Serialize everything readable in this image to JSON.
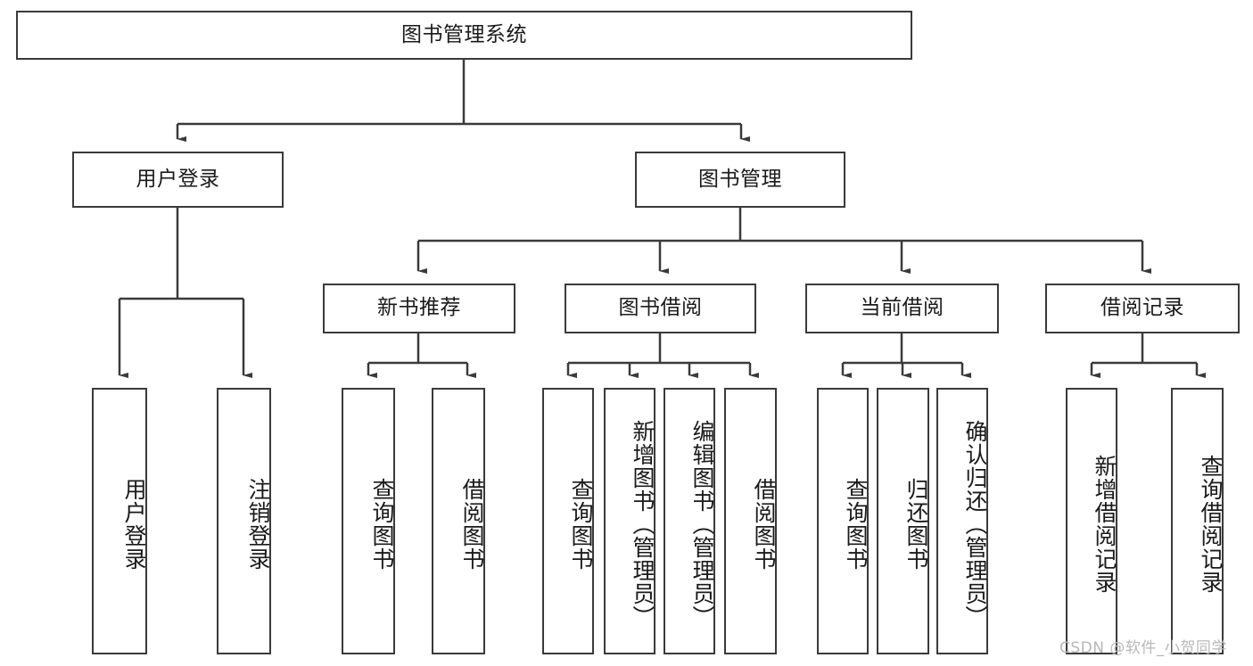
{
  "diagram": {
    "type": "tree-hierarchy",
    "title": "图书管理系统",
    "orientation": "top-down",
    "root": {
      "id": "root",
      "label": "图书管理系统"
    },
    "level2": [
      {
        "id": "user-login",
        "label": "用户登录"
      },
      {
        "id": "book-management",
        "label": "图书管理"
      }
    ],
    "level3": [
      {
        "id": "new-book-recommend",
        "label": "新书推荐",
        "parent": "book-management"
      },
      {
        "id": "book-borrow",
        "label": "图书借阅",
        "parent": "book-management"
      },
      {
        "id": "current-borrow",
        "label": "当前借阅",
        "parent": "book-management"
      },
      {
        "id": "borrow-record",
        "label": "借阅记录",
        "parent": "book-management"
      }
    ],
    "leaves": [
      {
        "id": "leaf-user-login",
        "label": "用户登录",
        "parent": "user-login"
      },
      {
        "id": "leaf-logout-login",
        "label": "注销登录",
        "parent": "user-login"
      },
      {
        "id": "leaf-query-book-1",
        "label": "查询图书",
        "parent": "new-book-recommend"
      },
      {
        "id": "leaf-borrow-book-1",
        "label": "借阅图书",
        "parent": "new-book-recommend"
      },
      {
        "id": "leaf-query-book-2",
        "label": "查询图书",
        "parent": "book-borrow"
      },
      {
        "id": "leaf-add-book",
        "label": "新增图书（管理员）",
        "parent": "book-borrow"
      },
      {
        "id": "leaf-edit-book",
        "label": "编辑图书（管理员）",
        "parent": "book-borrow"
      },
      {
        "id": "leaf-borrow-book-2",
        "label": "借阅图书",
        "parent": "book-borrow"
      },
      {
        "id": "leaf-query-book-3",
        "label": "查询图书",
        "parent": "current-borrow"
      },
      {
        "id": "leaf-return-book",
        "label": "归还图书",
        "parent": "current-borrow"
      },
      {
        "id": "leaf-confirm-return",
        "label": "确认归还（管理员）",
        "parent": "current-borrow"
      },
      {
        "id": "leaf-add-record",
        "label": "新增借阅记录",
        "parent": "borrow-record"
      },
      {
        "id": "leaf-query-record",
        "label": "查询借阅记录",
        "parent": "borrow-record"
      }
    ],
    "colors": {
      "border": "#3a3a3a",
      "background": "#ffffff",
      "text": "#1a1a1a",
      "watermark": "#b8b8b8"
    }
  },
  "watermark": {
    "text": "CSDN @软件_小贺同学"
  }
}
